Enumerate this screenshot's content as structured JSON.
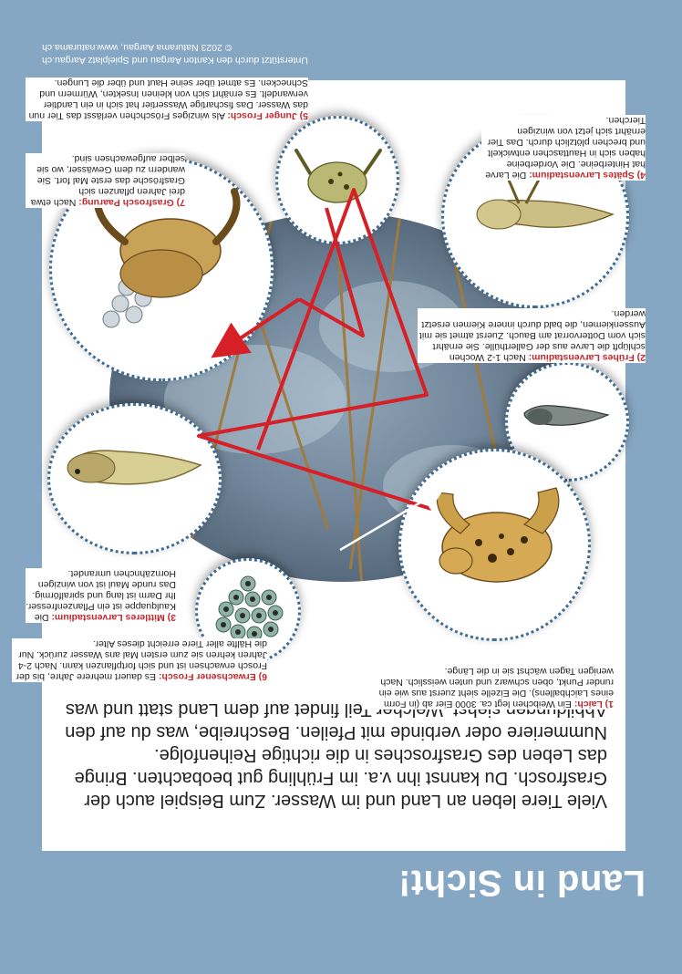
{
  "header": {
    "title": "Land in Sicht!"
  },
  "intro": {
    "text": "Viele Tiere leben an Land und im Wasser. Zum Beispiel auch der Grasfrosch. Du kannst ihn v.a. im Frühling gut beobachten. Bringe das Leben des Grasfrosches in die richtige Reihenfolge. Nummeriere oder verbinde mit Pfeilen. Beschreibe, was du auf den Abbildungen siehst. Welcher Teil findet auf dem Land statt und was am oder im Wasser?"
  },
  "stages": [
    {
      "title": "1) Laich:",
      "text": "Ein Weibchen legt ca. 3000 Eier ab (in Form eines Laichballens). Die Eizelle sieht zuerst aus wie ein runder Punkt, oben schwarz und unten weisslich. Nach wenigen Tagen wächst sie in die Länge."
    },
    {
      "title": "2) Frühes Larvenstadium:",
      "text": "Nach 1-2 Wochen schlüpft die Larve aus der Gallerthülle. Sie ernährt sich vom Dottervorrat am Bauch. Zuerst atmet sie mit Aussenkiemen, die bald durch innere Kiemen ersetzt werden."
    },
    {
      "title": "3) Mittleres Larvenstadium:",
      "text": "Die Kaulquappe ist ein Pflanzenfresser. Ihr Darm ist lang und spiralförmig. Das runde Maul ist von winzigen Hornzähnchen umrandet."
    },
    {
      "title": "4) Spätes Larvenstadium:",
      "text": "Die Larve hat Hinterbeine. Die Vorderbeine haben sich in Hauttaschen entwickelt und brechen plötzlich durch. Das Tier ernährt sich jetzt von winzigen Tierchen."
    },
    {
      "title": "5) Junger Frosch:",
      "text": "Als winziges Fröschchen verlässt das Tier nun das Wasser. Das fischartige Wassertier hat sich in ein Landtier verwandelt. Es ernährt sich von kleinen Insekten, Würmern und Schnecken. Es atmet über seine Haut und über die Lungen."
    },
    {
      "title": "6) Erwachsener Frosch:",
      "text": "Es dauert mehrere Jahre, bis der Frosch erwachsen ist und sich fortpflanzen kann. Nach 2-4 Jahren kehren sie zum ersten Mal ans Wasser zurück. Nur die Hälfte aller Tiere erreicht dieses Alter."
    },
    {
      "title": "7) Grasfrosch Paarung:",
      "text": "Nach etwa drei Jahren pflanzen sich Grasfrösche das erste Mal fort. Sie wandern zu dem Gewässer, wo sie selber aufgewachsen sind."
    }
  ],
  "credits": {
    "line1": "Unterstützt durch den Kanton Aargau und Spielplatz Aargau.ch",
    "line2": "© 2023 Naturama Aargau, www.naturama.ch"
  },
  "colors": {
    "background": "#86a7c3",
    "card": "#ffffff",
    "accent_red": "#c1272d",
    "bubble_border": "#3d6c96"
  }
}
